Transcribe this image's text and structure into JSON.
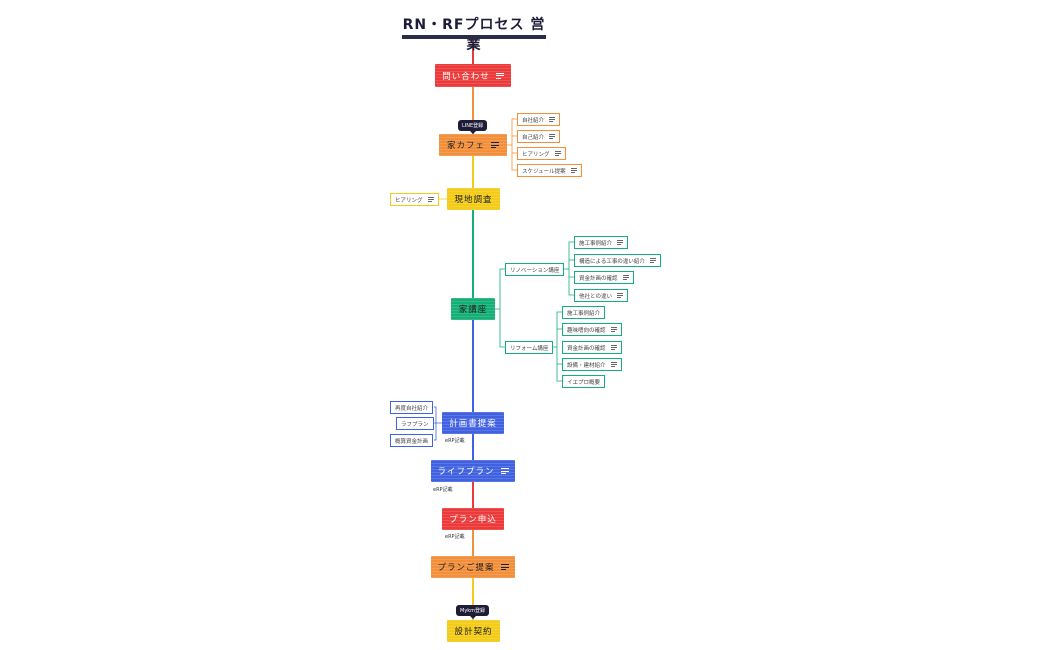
{
  "title": "RN・RFプロセス 営業",
  "colors": {
    "red": "#ec3a3a",
    "orange": "#f28f3b",
    "yellow": "#f3cc1a",
    "green": "#14b077",
    "blue": "#4062e0",
    "navy": "#1d1d3a"
  },
  "main_nodes": [
    {
      "id": "inquiry",
      "label": "問い合わせ",
      "color": "red"
    },
    {
      "id": "cafe",
      "label": "家カフェ",
      "color": "orange"
    },
    {
      "id": "survey",
      "label": "現地調査",
      "color": "yellow"
    },
    {
      "id": "lecture",
      "label": "家講座",
      "color": "green"
    },
    {
      "id": "planbook",
      "label": "計画書提案",
      "color": "blue"
    },
    {
      "id": "lifeplan",
      "label": "ライフプラン",
      "color": "blue"
    },
    {
      "id": "planapply",
      "label": "プラン申込",
      "color": "red"
    },
    {
      "id": "planproposal",
      "label": "プランご提案",
      "color": "orange"
    },
    {
      "id": "contract",
      "label": "設計契約",
      "color": "yellow"
    }
  ],
  "badges": {
    "line": "LINE登録",
    "mykm": "Mykm登録"
  },
  "cafe_children": [
    "自社紹介",
    "自己紹介",
    "ヒアリング",
    "スケジュール提案"
  ],
  "survey_children": [
    "ヒアリング"
  ],
  "lecture_branches": {
    "renovation": {
      "label": "リノベーション講座",
      "children": [
        "施工事例紹介",
        "構造による工事の違い紹介",
        "資金計画の確認",
        "他社との違い"
      ]
    },
    "reform": {
      "label": "リフォーム講座",
      "children": [
        "施工事例紹介",
        "趣味嗜向の確認",
        "資金計画の確認",
        "設備・建材紹介",
        "イエプロ概要"
      ]
    }
  },
  "planbook_children": [
    "再度自社紹介",
    "ラフプラン",
    "概算資金計画"
  ],
  "notes": {
    "planbook": "eRP記載",
    "lifeplan": "eRP記載",
    "planapply": "eRP記載"
  }
}
